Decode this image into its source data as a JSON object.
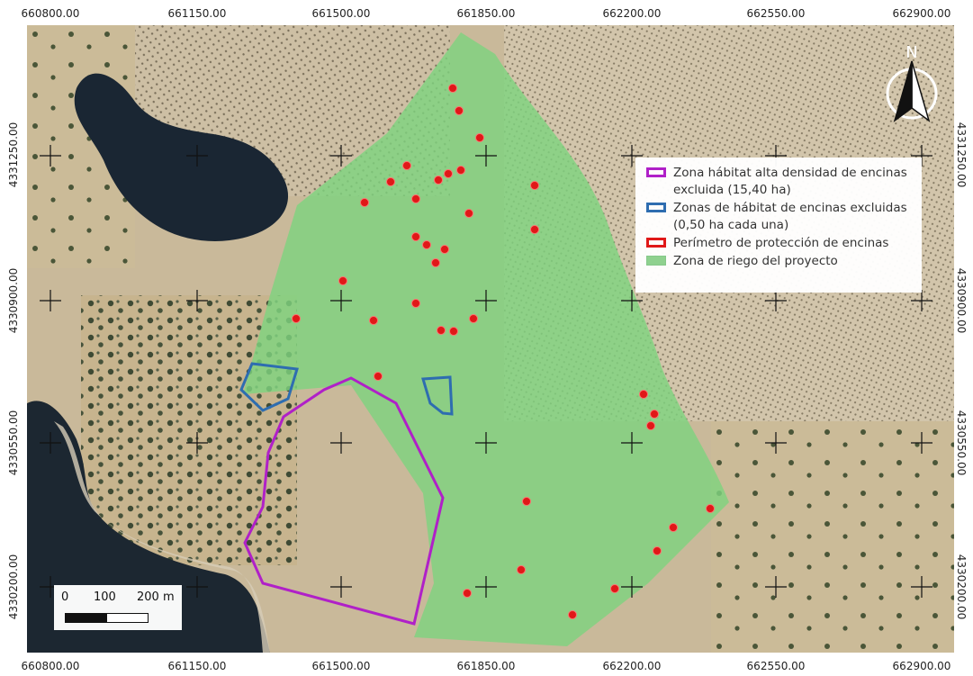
{
  "map": {
    "coordinates": {
      "x_labels": [
        "660800.00",
        "661150.00",
        "661500.00",
        "661850.00",
        "662200.00",
        "662550.00",
        "662900.00"
      ],
      "y_labels": [
        "4331250.00",
        "4330900.00",
        "4330550.00",
        "4330200.00"
      ]
    },
    "north_arrow": {
      "label": "N",
      "icon": "north-arrow-icon"
    },
    "scale_bar": {
      "ticks": [
        "0",
        "100",
        "200 m"
      ]
    },
    "legend": {
      "items": [
        {
          "label_line1": "Zona hábitat alta densidad de encinas",
          "label_line2": "excluida (15,40 ha)",
          "stroke": "#b020c8",
          "fill": "none"
        },
        {
          "label_line1": "Zonas de hábitat de encinas excluidas",
          "label_line2": "(0,50 ha cada una)",
          "stroke": "#2e6db0",
          "fill": "none"
        },
        {
          "label_line1": "Perímetro de protección de encinas",
          "label_line2": "",
          "stroke": "#e01818",
          "fill": "none"
        },
        {
          "label_line1": "Zona de riego del proyecto",
          "label_line2": "",
          "stroke": "#86c88a",
          "fill": "#8fd18f"
        }
      ]
    },
    "colors": {
      "irrigation_zone": "#7fd37f",
      "high_density_habitat": "#b020c8",
      "excluded_habitat": "#2e6db0",
      "protection_perimeter": "#e01818",
      "water": "#1a2633",
      "terrain": "#c9b99a"
    }
  }
}
